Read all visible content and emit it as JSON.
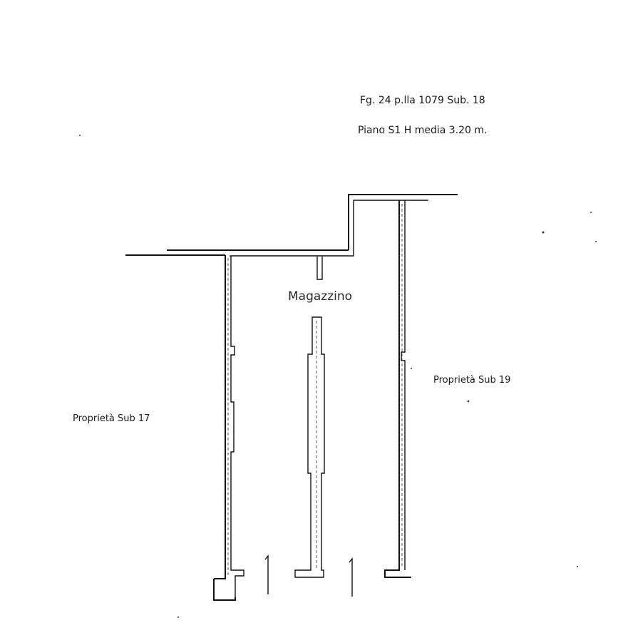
{
  "header": {
    "cadastral_ref": "Fg. 24 p.lla 1079 Sub. 18",
    "floor_info": "Piano S1 H media 3.20 m."
  },
  "plan": {
    "room_name": "Magazzino",
    "left_neighbor": "Proprietà Sub 17",
    "right_neighbor": "Proprietà Sub 19"
  },
  "style": {
    "line_color": "#111111",
    "background": "#ffffff"
  }
}
